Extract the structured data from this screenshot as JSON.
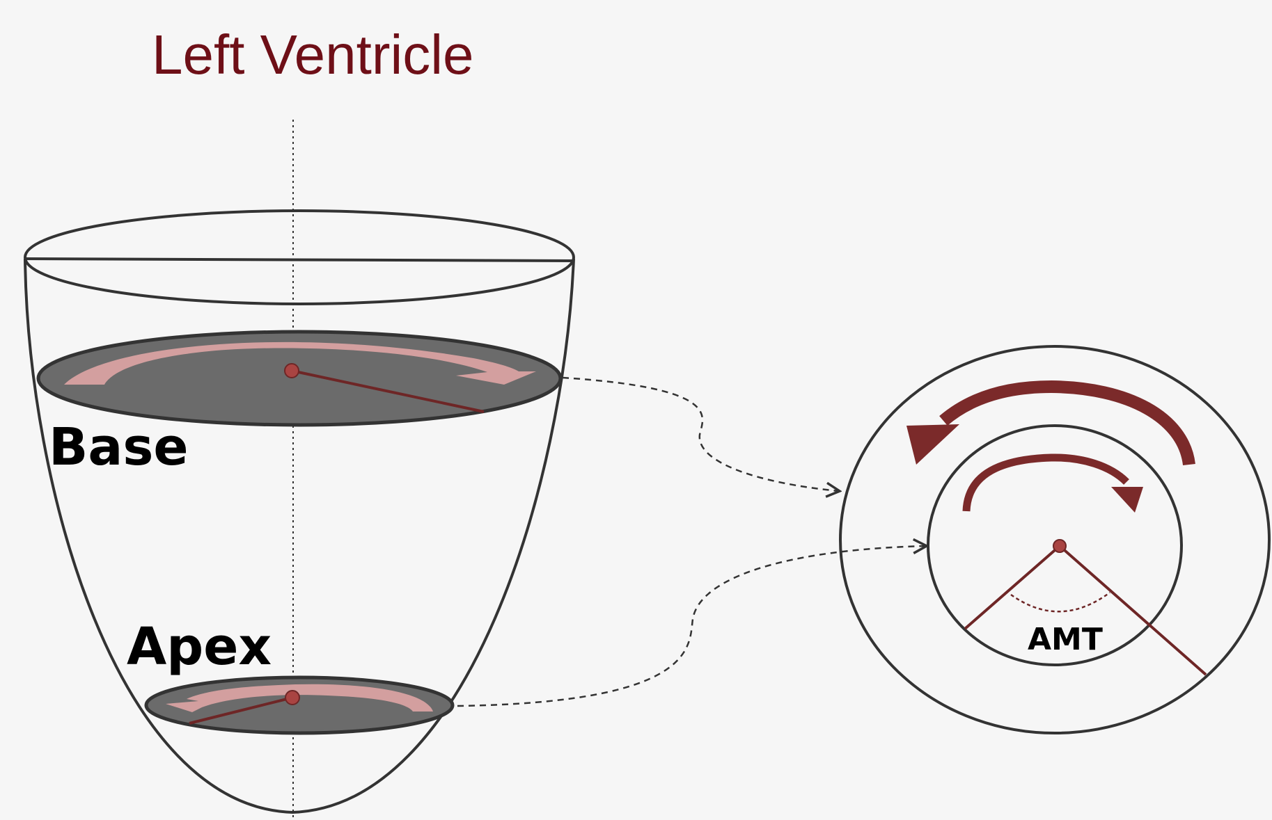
{
  "diagram": {
    "title": "Left Ventricle",
    "labels": {
      "base": "Base",
      "apex": "Apex",
      "angle": "AMT"
    }
  },
  "colors": {
    "background": "#f6f6f6",
    "title": "#6e0f17",
    "outline": "#333333",
    "disc_fill": "#6b6b6b",
    "arrow_light": "#e5a8a8",
    "arrow_dark": "#7b2a2a",
    "line_dark": "#6e2626",
    "dot": "#a94442"
  },
  "icons": {
    "base_rotation": "clockwise-arrow-icon",
    "apex_rotation": "counterclockwise-arrow-icon",
    "outer_rotation": "counterclockwise-arrow-icon",
    "inner_rotation": "clockwise-arrow-icon"
  }
}
